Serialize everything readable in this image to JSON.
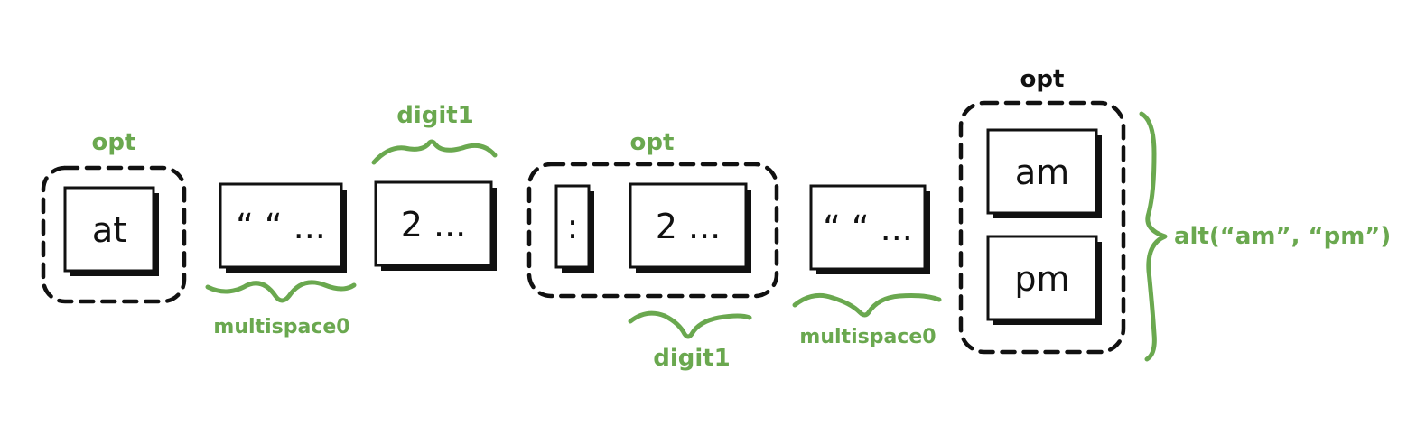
{
  "colors": {
    "green": "#6aa84f",
    "ink": "#111111",
    "background": "#ffffff"
  },
  "boxes": {
    "at": "at",
    "space1": "“ “ ...",
    "digit_a": "2 ...",
    "colon": ":",
    "digit_b": "2 ...",
    "space2": "“ “ ...",
    "am": "am",
    "pm": "pm"
  },
  "labels": {
    "opt_at": "opt",
    "multispace0_a": "multispace0",
    "digit1_a": "digit1",
    "opt_minutes": "opt",
    "digit1_b": "digit1",
    "multispace0_b": "multispace0",
    "opt_ampm": "opt",
    "alt": "alt(“am”, “pm”)"
  }
}
